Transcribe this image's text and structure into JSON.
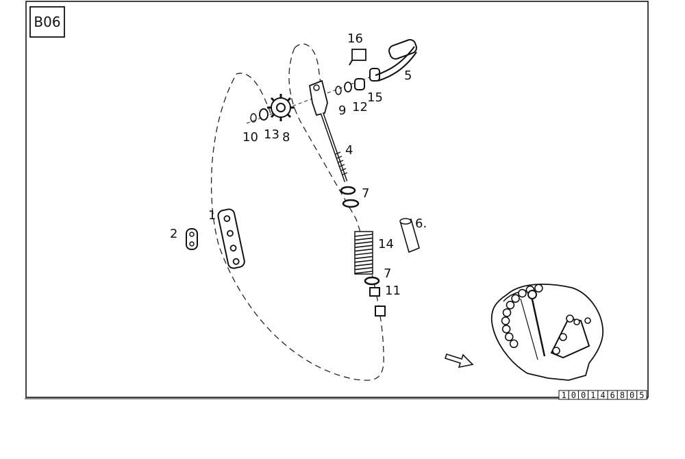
{
  "sheet": {
    "code": "B06",
    "document_number_digits": [
      "1",
      "0",
      "0",
      "1",
      "4",
      "6",
      "8",
      "0",
      "5"
    ]
  },
  "callouts": [
    {
      "id": "c1",
      "text": "1"
    },
    {
      "id": "c2",
      "text": "2"
    },
    {
      "id": "c4",
      "text": "4"
    },
    {
      "id": "c5",
      "text": "5"
    },
    {
      "id": "c6",
      "text": "6."
    },
    {
      "id": "c7a",
      "text": "7"
    },
    {
      "id": "c7b",
      "text": "7"
    },
    {
      "id": "c8",
      "text": "8"
    },
    {
      "id": "c9",
      "text": "9"
    },
    {
      "id": "c10",
      "text": "10"
    },
    {
      "id": "c11",
      "text": "11"
    },
    {
      "id": "c12",
      "text": "12"
    },
    {
      "id": "c13",
      "text": "13"
    },
    {
      "id": "c14",
      "text": "14"
    },
    {
      "id": "c15",
      "text": "15"
    },
    {
      "id": "c16",
      "text": "16"
    }
  ]
}
